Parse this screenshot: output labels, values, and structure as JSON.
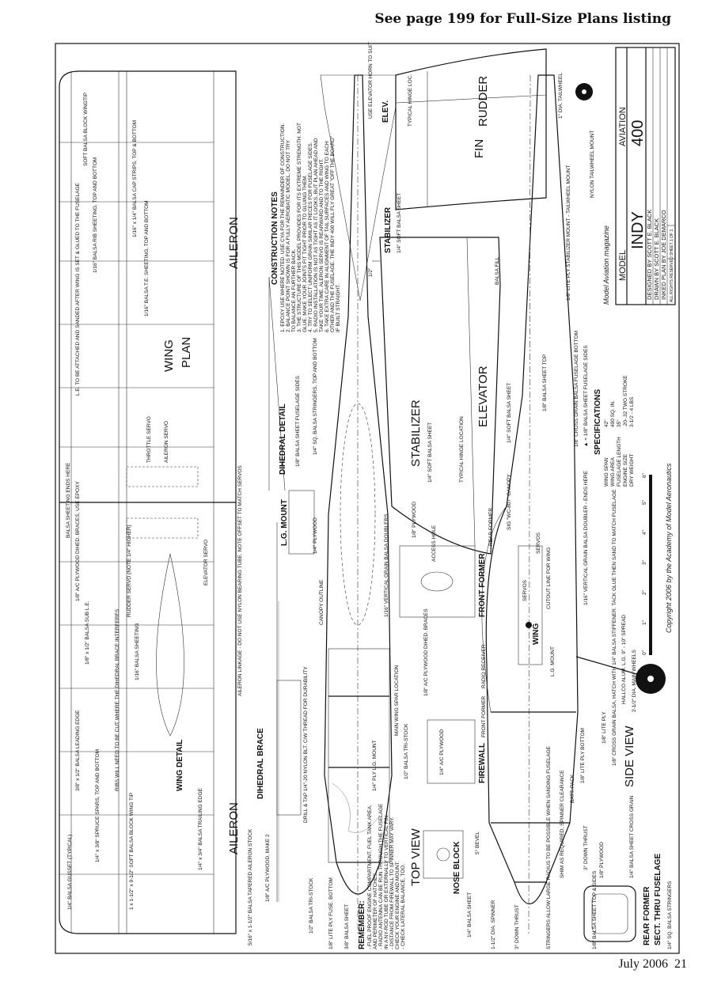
{
  "header": {
    "text": "See page 199 for Full-Size Plans listing"
  },
  "footer": {
    "issue": "July 2006",
    "page": "21"
  },
  "title_block": {
    "model": "MODEL",
    "aviation": "AVIATION",
    "name": "INDY",
    "number": "400",
    "designed": "DESIGNED BY  SCOTT E. BLACK",
    "drawn": "DRAWN BY  SCOTT E. BLACK",
    "inked": "INKED PLAN BY  JOE DEMARCO",
    "rights": "ALL RIGHTS RESERVED",
    "sheet": "SHEET 1 OF 1"
  },
  "credit": {
    "magazine": "Model Aviation magazine",
    "copyright": "Copyright 2006 by the Academy of Model Aeronautics"
  },
  "specifications": {
    "title": "SPECIFICATIONS",
    "items": [
      {
        "label": "WING SPAN",
        "value": "42\""
      },
      {
        "label": "WING AREA",
        "value": "400 SQ. IN."
      },
      {
        "label": "FUSELAGE LENGTH",
        "value": "35\""
      },
      {
        "label": "ENGINE SIZE",
        "value": ".20-.32 TWO STROKE"
      },
      {
        "label": "DRY WEIGHT",
        "value": "3-1/2 - 4 LBS"
      }
    ]
  },
  "scale": {
    "ticks": [
      "0\"",
      "1\"",
      "2\"",
      "3\"",
      "4\"",
      "5\"",
      "6\""
    ]
  },
  "views": {
    "wing": "WING",
    "plan": "PLAN",
    "wing_detail": "WING  DETAIL",
    "top_view": "TOP VIEW",
    "side_view": "SIDE VIEW",
    "stabilizer_top": "STABILIZER",
    "elev": "ELEV.",
    "stabilizer": "STABILIZER",
    "elevator": "ELEVATOR",
    "fin": "FIN",
    "rudder": "RUDDER",
    "dihedral_detail": "DIHEDRAL DETAIL",
    "dihedral_brace": "DIHEDRAL BRACE",
    "lg_mount": "L.G. MOUNT",
    "front_former": "FRONT FORMER",
    "firewall": "FIREWALL",
    "nose_block": "NOSE BLOCK",
    "rear_former": "REAR FORMER",
    "sect": "SECT. THRU FUSELAGE",
    "aileron_1": "AILERON",
    "aileron_2": "AILERON",
    "wing_side": "WING"
  },
  "construction_notes": {
    "title": "CONSTRUCTION NOTES",
    "items": [
      "1. EPOXY USE WHERE NOTED. USE CYA FOR THE REMAINDER OF CONSTRUCTION.",
      "2. BALANCE POINT SHOWN IS FOR A FULLY AEROBATIC MODEL. DO NOT TRY",
      "   TO BALANCE AN FURTHER BACK.",
      "3. THE STRUCTURE OF THIS MODEL PROVIDES FOR ITS EXTREME STRENGTH. NOT",
      "   GLUE. MAKE YOUR JOINTS FIT TIGHT PRIOR TO GLUING THEM.",
      "4. TRY TO SELECT UNIFORM GRAIN SIMILAR PIECES FOR FUSELAGE SIDES.",
      "5. RADIO INSTALLATION IS NOT AS TIGHT AS IT LOOKS, BUT PLAN AHEAD AND",
      "   TAKE YOUR TIME. ALERON SERVO IS REARWARD AND TO THE RIGHT.",
      "6. TAKE EXTRA CARE IN ALIGNMENT OF TAIL SURFACES AND WING TO EACH",
      "   OTHER AND THE FUSELAGE. THE INDY 400 WILL FLY GREAT \"OFF THE BOARD\"",
      "   IF BUILT STRAIGHT."
    ]
  },
  "remember": {
    "title": "REMEMBER:",
    "items": [
      "- FUEL PROOF ENGINE COMPARTMENT, FUEL TANK AREA,",
      "  AND PERIMETER OF HATCHES.",
      "- RADIO ANTENNA CAN BE RUN THROUGH THE FUSELAGE",
      "  IN A NY-ROD TUBE OR EXTERNALLY TO VERTICAL FIN.",
      "- DISTANCE FROM FIREWALL TO SPINNER MAY VARY.",
      "  CHECK YOUR ENGINE AND MOUNT.",
      "- CHECK LATERAL BALANCE, TOO."
    ]
  },
  "annotations": [
    "1/4\" BALSA GUSSET (TYPICAL)",
    "1/4\" x 3/8\" SPRUCE SPARS, TOP AND BOTTOM",
    "3/8\" x 1/2\" BALSA LEADING EDGE",
    "1/8\" x 1/2\" BALSA SUB L.E.",
    "1/8\" A/C PLYWOOD DIHED. BRACES, USE EPOXY",
    "BALSA SHEETING ENDS HERE",
    "L.E. TO BE ATTACHED AND SANDED AFTER WING IS SET & GLUED TO THE FUSELAGE",
    "1/16\" BALSA RIB SHEETING, TOP AND BOTTOM",
    "SOFT BALSA BLOCK WINGTIP",
    "1/16\" x 1/4\" BALSA CAP STRIPS, TOP & BOTTOM",
    "1/16\" BALSA T.E. SHEETING, TOP AND BOTTOM",
    "THROTTLE SERVO",
    "AILERON SERVO",
    "RUDDER SERVO (NOTE 1/4\" HIGHER)",
    "1/16\" BALSA SHEETING",
    "RIBS WILL NEED TO BE CUT WHERE THE DIHEDRAL BRACE INTERFERES",
    "1 x 1-1/2\" x 9-1/2\" SOFT BALSA BLOCK WING TIP",
    "5/16\" x 1-1/2\" BALSA TAPERED AILERON STOCK",
    "1/4\" x 3/4\" BALSA TRAILING EDGE",
    "ELEVATOR SERVO",
    "AILERON LINKAGE - DO NOT USE NYLON BEARING TUBE. NOTE OFFSET TO MATCH SERVOS",
    "1/8\" A/C PLYWOOD, MAKE 2",
    "1/2\" BALSA TRI-STOCK",
    "DRILL & TAP 1/4\"-20 NYLON BLT. C/W THREAD FOR DURABILITY",
    "1/8\" LITE PLY FUSE. BOTTOM",
    "3/8\" BALSA SHEET",
    "1/4\" PLYWOOD",
    "CANOPY OUTLINE",
    "1/8\" BALSA SHEET FUSELAGE SIDES",
    "1/4\" SQ. BALSA STRINGERS, TOP AND BOTTOM",
    "USE ELEVATOR HORN TO SUIT",
    "TYPICAL HINGE LOC.",
    "1/4\" SOFT BALSA SHEET",
    "BALSA FILL",
    "1/16\" VERTICAL GRAIN BALSA DOUBLERS",
    "ACCESS HOLE",
    "1/8\" PLYWOOD",
    "1/8\" A/C PLYWOOD DIHED. BRACES",
    "MAIN WING SPAR LOCATION",
    "1/2\" BALSA TRI-STOCK",
    "1/4\" PLY L.G. MOUNT",
    "1/4\" A/C PLYWOOD",
    "5° BEVEL",
    "1/4\" BALSA SHEET",
    "1-1/2\" DIA. SPINNER",
    "3° DOWN THRUST",
    "STRINGERS ALLOW LARGE RADIUS TO BE POSSIBLE WHEN SANDING FUSELAGE",
    "SHIM AS REQUIRED, SPINNER CLEARANCE",
    "3° DOWN THRUST",
    "1/8\" PLYWOOD",
    "1/4\" BALSA SHEET CROSS GRAIN",
    "1/8\" BALSA SHEET TOP & SIDES",
    "1/4\" SQ. BALSA STRINGERS",
    "BATT. PACK",
    "1/8\" LITE PLY BOTTOM",
    "1/8\" LITE PLY",
    "FRONT FORMER",
    "RADIO RECEIVER",
    "L.G. MOUNT",
    "SERVOS",
    "CUTOUT LINE FOR WING",
    "HALLCO ALUM. L.G. 9\" - 10\" SPREAD",
    "2-1/2\" DIA. MAIN WHEELS",
    "1/8\" CROSS GRAIN BALSA, HATCH WITH 1/4\" BALSA STIFFENER. TACK GLUE THEN SAND TO MATCH FUSELAGE",
    "1/16\" VERTICAL GRAIN BALSA DOUBLER - ENDS HERE",
    "REAR FORMER",
    "SIG \"WC-807\" CANOPY",
    "TYPICAL HINGE LOCATION",
    "1/4\" SOFT BALSA SHEET",
    "1/4\" SOFT BALSA SHEET",
    "1/8\" BALSA SHEET TOP",
    "1/8\" CROSS GRAIN BALSA FUSELAGE BOTTOM",
    "▲ = 1/8\" BALSA SHEET FUSELAGE SIDES",
    "1/8\" LITE PLY STABILIZER MOUNT - TAILWHEEL MOUNT",
    "NYLON TAILWHEEL MOUNT",
    "1\" DIA. TAILWHEEL",
    "1/2\"",
    "SERVOS"
  ]
}
